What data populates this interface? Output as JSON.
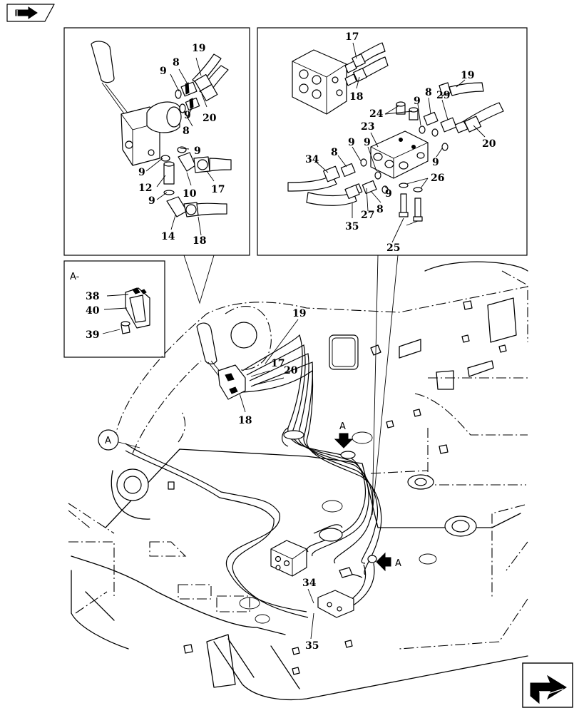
{
  "figure": {
    "inset_title": "A-",
    "section_marker": "A"
  },
  "callouts": {
    "top_left": [
      {
        "id": "tl-19",
        "text": "19"
      },
      {
        "id": "tl-9a",
        "text": "9"
      },
      {
        "id": "tl-8a",
        "text": "8"
      },
      {
        "id": "tl-20",
        "text": "20"
      },
      {
        "id": "tl-8b",
        "text": "8"
      },
      {
        "id": "tl-9b",
        "text": "9"
      },
      {
        "id": "tl-9c",
        "text": "9"
      },
      {
        "id": "tl-9d",
        "text": "9"
      },
      {
        "id": "tl-12",
        "text": "12"
      },
      {
        "id": "tl-10",
        "text": "10"
      },
      {
        "id": "tl-17",
        "text": "17"
      },
      {
        "id": "tl-9e",
        "text": "9"
      },
      {
        "id": "tl-14",
        "text": "14"
      },
      {
        "id": "tl-18",
        "text": "18"
      }
    ],
    "top_right": [
      {
        "id": "tr-17",
        "text": "17"
      },
      {
        "id": "tr-18",
        "text": "18"
      },
      {
        "id": "tr-19",
        "text": "19"
      },
      {
        "id": "tr-8",
        "text": "8"
      },
      {
        "id": "tr-29",
        "text": "29"
      },
      {
        "id": "tr-9a",
        "text": "9"
      },
      {
        "id": "tr-24",
        "text": "24"
      },
      {
        "id": "tr-23",
        "text": "23"
      },
      {
        "id": "tr-20",
        "text": "20"
      },
      {
        "id": "tr-9b",
        "text": "9"
      },
      {
        "id": "tr-9c",
        "text": "9"
      },
      {
        "id": "tr-34",
        "text": "34"
      },
      {
        "id": "tr-8b",
        "text": "8"
      },
      {
        "id": "tr-9d",
        "text": "9"
      },
      {
        "id": "tr-26",
        "text": "26"
      },
      {
        "id": "tr-9e",
        "text": "9"
      },
      {
        "id": "tr-27",
        "text": "27"
      },
      {
        "id": "tr-8c",
        "text": "8"
      },
      {
        "id": "tr-35",
        "text": "35"
      },
      {
        "id": "tr-25",
        "text": "25"
      }
    ],
    "inset": [
      {
        "id": "in-38",
        "text": "38"
      },
      {
        "id": "in-40",
        "text": "40"
      },
      {
        "id": "in-39",
        "text": "39"
      }
    ],
    "main": [
      {
        "id": "mn-19",
        "text": "19"
      },
      {
        "id": "mn-17",
        "text": "17"
      },
      {
        "id": "mn-20",
        "text": "20"
      },
      {
        "id": "mn-18",
        "text": "18"
      },
      {
        "id": "mn-34",
        "text": "34"
      },
      {
        "id": "mn-35",
        "text": "35"
      },
      {
        "id": "mn-A1",
        "text": "A"
      },
      {
        "id": "mn-A2",
        "text": "A"
      }
    ]
  },
  "icons": {
    "top_left": "book-arrow-icon",
    "bottom_right": "navigation-arrow-icon"
  }
}
